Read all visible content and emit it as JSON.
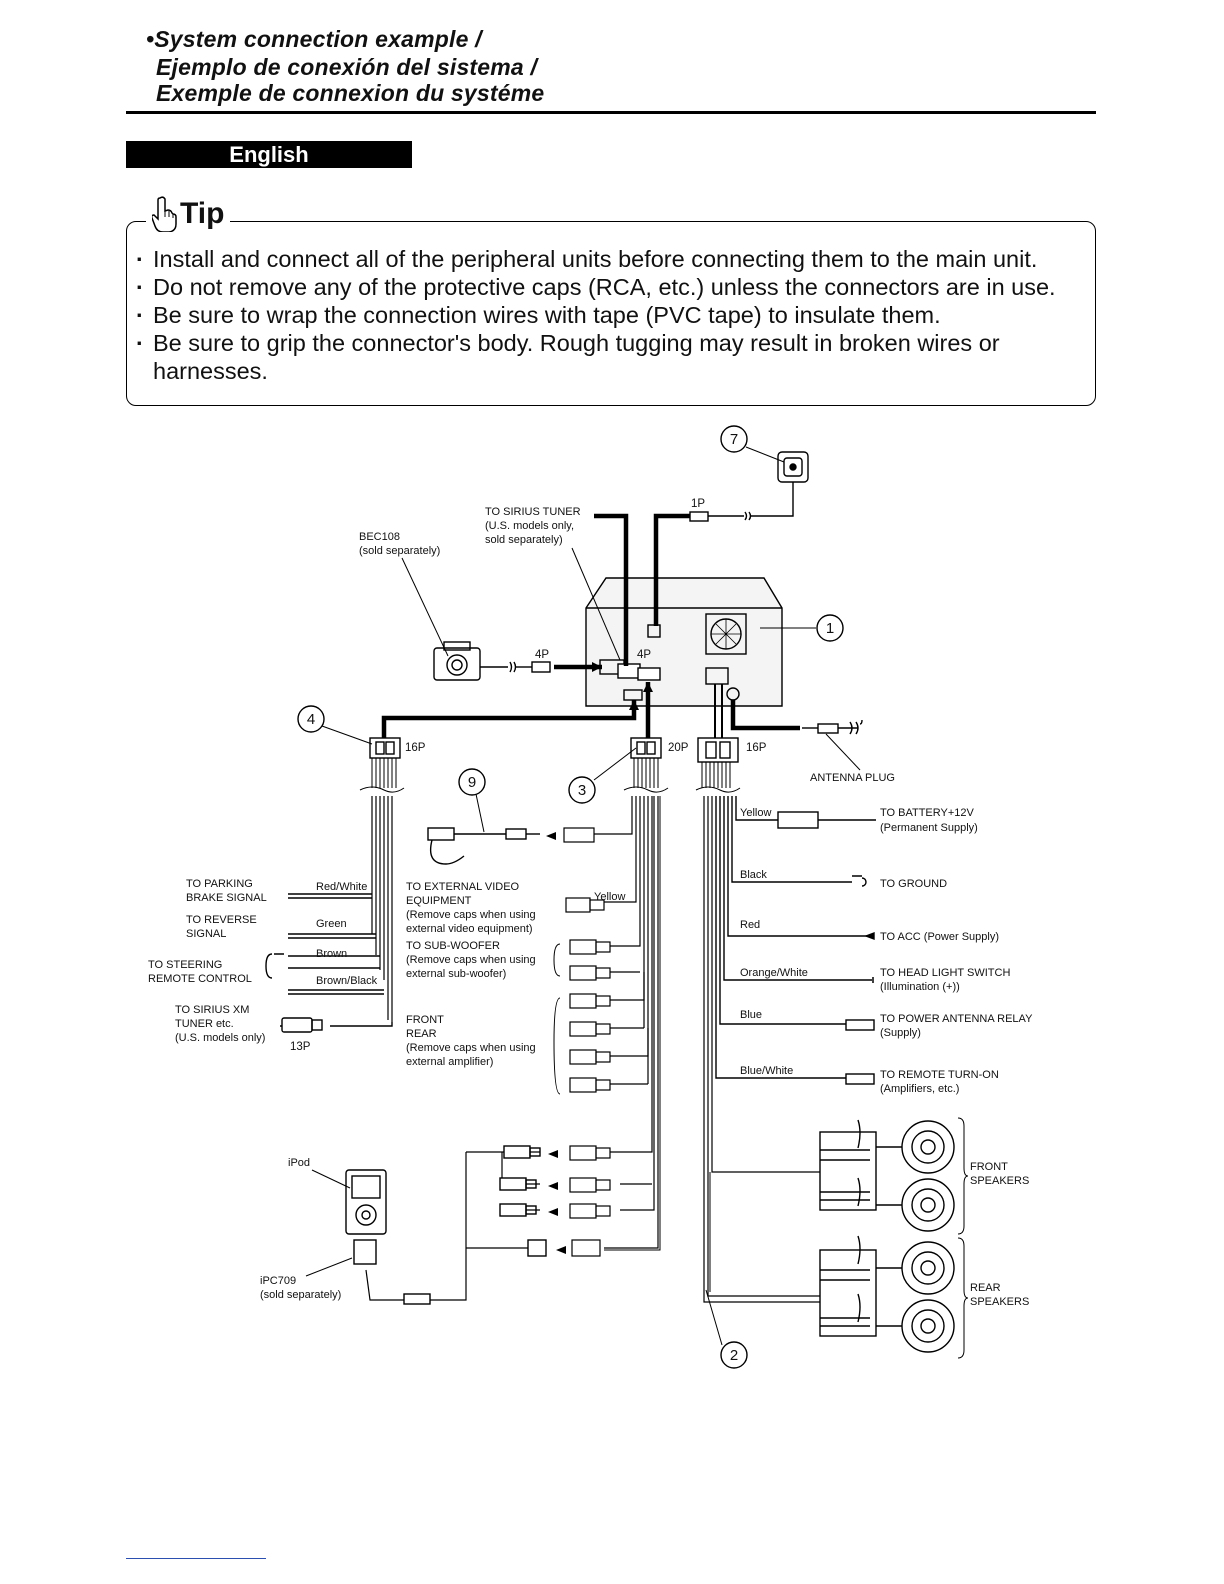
{
  "header": {
    "title_en": "•System connection example  /",
    "title_es": "Ejemplo de conexión del sistema /",
    "title_fr": "Exemple de connexion du systéme",
    "language_tab": "English"
  },
  "tip": {
    "heading": "Tip",
    "items": [
      "Install and connect all of the peripheral units before connecting them to the main unit.",
      "Do not remove any of the protective caps (RCA, etc.) unless the connectors are in use.",
      "Be sure to wrap the connection wires with tape (PVC tape) to insulate them.",
      "Be sure to grip the connector's body. Rough tugging may result in broken wires or harnesses."
    ]
  },
  "diagram": {
    "callouts": [
      "7",
      "1",
      "4",
      "9",
      "3",
      "2"
    ],
    "connectors": {
      "p1": "1P",
      "p4a": "4P",
      "p4b": "4P",
      "p16a": "16P",
      "p20": "20P",
      "p16b": "16P",
      "p13": "13P"
    },
    "top_labels": {
      "sirius_tuner": [
        "TO SIRIUS TUNER",
        "(U.S. models only,",
        " sold separately)"
      ],
      "bec108": [
        "BEC108",
        "(sold separately)"
      ],
      "antenna_plug": "ANTENNA PLUG"
    },
    "left_labels": {
      "parking": [
        "TO PARKING",
        "BRAKE SIGNAL"
      ],
      "reverse": [
        "TO REVERSE",
        "SIGNAL"
      ],
      "steering": [
        "TO STEERING",
        "REMOTE CONTROL"
      ],
      "sirius_xm": [
        "TO SIRIUS XM",
        "TUNER etc.",
        "(U.S. models only)"
      ]
    },
    "left_wires": {
      "red_white": "Red/White",
      "green": "Green",
      "brown": "Brown",
      "brown_black": "Brown/Black"
    },
    "center_labels": {
      "ext_video": [
        "TO EXTERNAL VIDEO",
        "EQUIPMENT",
        "(Remove caps when using",
        "external video equipment)"
      ],
      "yellow": "Yellow",
      "sub_woofer": [
        "TO SUB-WOOFER",
        "(Remove caps when using",
        "external sub-woofer)"
      ],
      "front_rear": [
        "FRONT",
        "REAR",
        "(Remove caps when using",
        "external amplifier)"
      ]
    },
    "right_wires": {
      "yellow": "Yellow",
      "black": "Black",
      "red": "Red",
      "orange_white": "Orange/White",
      "blue": "Blue",
      "blue_white": "Blue/White"
    },
    "right_labels": {
      "battery": [
        "TO BATTERY+12V",
        "(Permanent Supply)"
      ],
      "ground": "TO GROUND",
      "acc": "TO ACC (Power Supply)",
      "headlight": [
        "TO HEAD LIGHT SWITCH",
        "(Illumination (+))"
      ],
      "antenna_relay": [
        "TO POWER ANTENNA RELAY",
        "(Supply)"
      ],
      "remote": [
        "TO REMOTE TURN-ON",
        "(Amplifiers, etc.)"
      ],
      "front_speakers": [
        "FRONT",
        "SPEAKERS"
      ],
      "rear_speakers": [
        "REAR",
        "SPEAKERS"
      ]
    },
    "bottom_labels": {
      "ipod": "iPod",
      "ipc709": [
        "iPC709",
        "(sold separately)"
      ]
    }
  }
}
